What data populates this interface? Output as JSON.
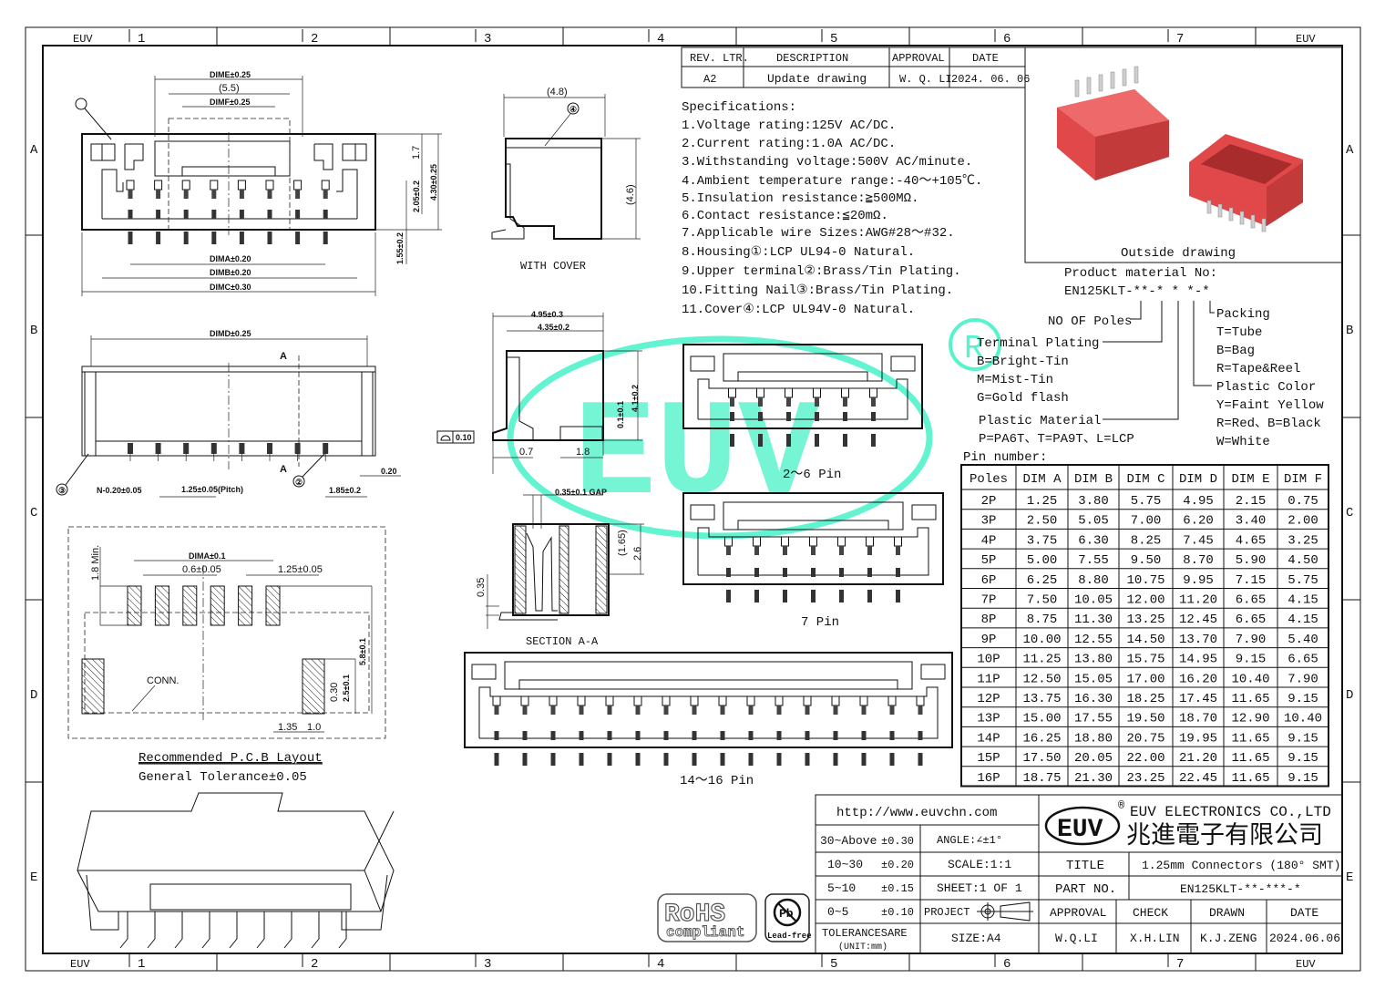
{
  "frame": {
    "cols": [
      "1",
      "2",
      "3",
      "4",
      "5",
      "6",
      "7"
    ],
    "rows": [
      "A",
      "B",
      "C",
      "D",
      "E"
    ],
    "corner": "EUV"
  },
  "revision": {
    "headers": [
      "REV. LTR.",
      "DESCRIPTION",
      "APPROVAL",
      "DATE"
    ],
    "row": [
      "A2",
      "Update drawing",
      "W. Q. LI",
      "2024. 06. 06"
    ]
  },
  "specs": {
    "title": "Specifications:",
    "items": [
      "1.Voltage rating:125V AC/DC.",
      "2.Current rating:1.0A AC/DC.",
      "3.Withstanding voltage:500V AC/minute.",
      "4.Ambient temperature range:-40～+105℃.",
      "5.Insulation resistance:≧500MΩ.",
      "6.Contact resistance:≦20mΩ.",
      "7.Applicable wire Sizes:AWG#28～#32.",
      "8.Housing①:LCP UL94-0 Natural.",
      "9.Upper terminal②:Brass/Tin Plating.",
      "10.Fitting Nail③:Brass/Tin Plating.",
      "11.Cover④:LCP UL94V-0 Natural."
    ]
  },
  "outside_drawing": {
    "label": "Outside drawing",
    "colors": {
      "body": "#e0484a",
      "shade": "#b8302f",
      "pin": "#c9c9c9"
    }
  },
  "ordering": {
    "label": "Product material No:",
    "code": "EN125KLT-**-* * *-*",
    "poles": "NO OF Poles",
    "terminal_plating": {
      "title": "Terminal Plating",
      "options": [
        "B=Bright-Tin",
        "M=Mist-Tin",
        "G=Gold flash"
      ]
    },
    "plastic_material": {
      "title": "Plastic Material",
      "options": [
        "P=PA6T、T=PA9T、L=LCP"
      ]
    },
    "packing": {
      "title": "Packing",
      "options": [
        "T=Tube",
        "B=Bag",
        "R=Tape&Reel"
      ]
    },
    "plastic_color": {
      "title": "Plastic Color",
      "options": [
        "Y=Faint Yellow",
        "R=Red、B=Black",
        "W=White"
      ]
    },
    "pin_number": "Pin number:"
  },
  "pin_table": {
    "headers": [
      "Poles",
      "DIM A",
      "DIM B",
      "DIM C",
      "DIM D",
      "DIM E",
      "DIM F"
    ],
    "rows": [
      [
        "2P",
        "1.25",
        "3.80",
        "5.75",
        "4.95",
        "2.15",
        "0.75"
      ],
      [
        "3P",
        "2.50",
        "5.05",
        "7.00",
        "6.20",
        "3.40",
        "2.00"
      ],
      [
        "4P",
        "3.75",
        "6.30",
        "8.25",
        "7.45",
        "4.65",
        "3.25"
      ],
      [
        "5P",
        "5.00",
        "7.55",
        "9.50",
        "8.70",
        "5.90",
        "4.50"
      ],
      [
        "6P",
        "6.25",
        "8.80",
        "10.75",
        "9.95",
        "7.15",
        "5.75"
      ],
      [
        "7P",
        "7.50",
        "10.05",
        "12.00",
        "11.20",
        "6.65",
        "4.15"
      ],
      [
        "8P",
        "8.75",
        "11.30",
        "13.25",
        "12.45",
        "6.65",
        "4.15"
      ],
      [
        "9P",
        "10.00",
        "12.55",
        "14.50",
        "13.70",
        "7.90",
        "5.40"
      ],
      [
        "10P",
        "11.25",
        "13.80",
        "15.75",
        "14.95",
        "9.15",
        "6.65"
      ],
      [
        "11P",
        "12.50",
        "15.05",
        "17.00",
        "16.20",
        "10.40",
        "7.90"
      ],
      [
        "12P",
        "13.75",
        "16.30",
        "18.25",
        "17.45",
        "11.65",
        "9.15"
      ],
      [
        "13P",
        "15.00",
        "17.55",
        "19.50",
        "18.70",
        "12.90",
        "10.40"
      ],
      [
        "14P",
        "16.25",
        "18.80",
        "20.75",
        "19.95",
        "11.65",
        "9.15"
      ],
      [
        "15P",
        "17.50",
        "20.05",
        "22.00",
        "21.20",
        "11.65",
        "9.15"
      ],
      [
        "16P",
        "18.75",
        "21.30",
        "23.25",
        "22.45",
        "11.65",
        "9.15"
      ]
    ]
  },
  "views": {
    "front": {
      "dime": "DIME±0.25",
      "ref55": "(5.5)",
      "dimf": "DIMF±0.25",
      "dima": "DIMA±0.20",
      "dimb": "DIMB±0.20",
      "dimc": "DIMC±0.30",
      "h17": "1.7",
      "h205": "2.05±0.2",
      "h430": "4.30±0.25",
      "h155": "1.55±0.2",
      "callout": "①"
    },
    "bottom": {
      "dimd": "DIMD±0.25",
      "sec_a": "A",
      "n020": "N-0.20±0.05",
      "pitch": "1.25±0.05(Pitch)",
      "d185": "1.85±0.2",
      "d020": "0.20",
      "callout2": "②",
      "callout3": "③"
    },
    "cover": {
      "w48": "(4.8)",
      "h46": "(4.6)",
      "callout": "④",
      "label": "WITH COVER"
    },
    "side": {
      "w495": "4.95±0.3",
      "w435": "4.35±0.2",
      "h41": "4.1±0.2",
      "h01": "0.1±0.1",
      "flat": "0.10",
      "d07": "0.7",
      "d18": "1.8"
    },
    "section": {
      "gap": "0.35±0.1 GAP",
      "h165": "(1.65)",
      "h26": "2.6",
      "h035": "0.35",
      "label": "SECTION A-A"
    },
    "pcb": {
      "dima": "DIMA±0.1",
      "w06": "0.6±0.05",
      "p125": "1.25±0.05",
      "min18": "1.8 Min.",
      "h58": "5.8±0.1",
      "h25": "2.5±0.1",
      "h030": "0.30",
      "d135": "1.35",
      "d10": "1.0",
      "conn": "CONN.",
      "caption": "Recommended P.C.B Layout",
      "tolerance": "General Tolerance±0.05"
    },
    "pin_views": {
      "v26": "2～6 Pin",
      "v7": "7 Pin",
      "v1416": "14～16 Pin"
    }
  },
  "watermark": {
    "text": "EUV",
    "reg": "R",
    "color": "#2ef0c0"
  },
  "logos": {
    "rohs": "RoHS",
    "compliant": "compliant",
    "pb": "Pb",
    "leadfree": "Lead-free"
  },
  "title_block": {
    "url": "http://www.euvchn.com",
    "logo": "EUV",
    "company_en": "EUV ELECTRONICS CO.,LTD",
    "company_cn": "兆進電子有限公司",
    "reg": "®",
    "tolerances": [
      [
        "30~Above",
        "±0.30"
      ],
      [
        "10~30",
        "±0.20"
      ],
      [
        "5~10",
        "±0.15"
      ],
      [
        "0~5",
        "±0.10"
      ]
    ],
    "tolerances_label": "TOLERANCESARE",
    "unit": "(UNIT:mm)",
    "angle": "ANGLE:∠±1°",
    "scale": "SCALE:1:1",
    "sheet": "SHEET:1 OF 1",
    "project": "PROJECT",
    "size": "SIZE:A4",
    "title_label": "TITLE",
    "title_value": "1.25mm Connectors (180° SMT)",
    "part_label": "PART NO.",
    "part_value": "EN125KLT-**-***-*",
    "sign_headers": [
      "APPROVAL",
      "CHECK",
      "DRAWN",
      "DATE"
    ],
    "sign_values": [
      "W.Q.LI",
      "X.H.LIN",
      "K.J.ZENG",
      "2024.06.06"
    ]
  }
}
